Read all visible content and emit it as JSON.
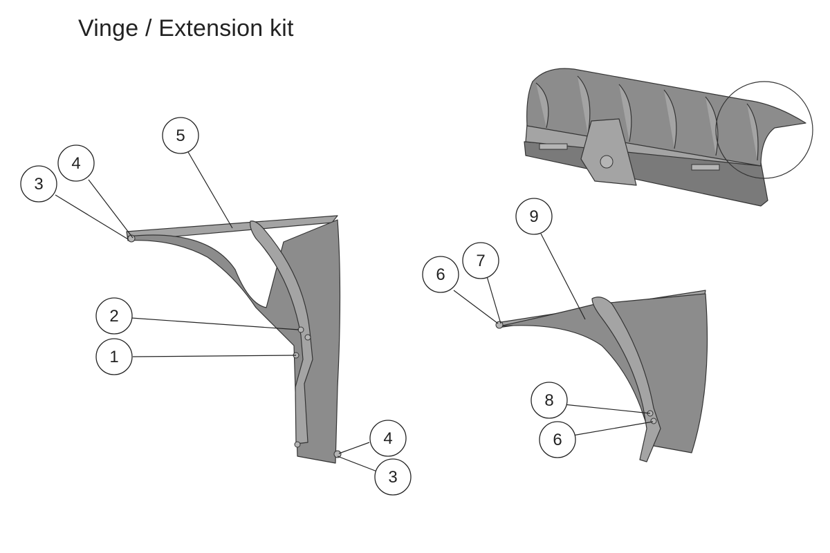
{
  "title": "Vinge / Extension kit",
  "callouts": {
    "c1": "1",
    "c2": "2",
    "c3a": "3",
    "c3b": "3",
    "c4a": "4",
    "c4b": "4",
    "c5": "5",
    "c6a": "6",
    "c6b": "6",
    "c7": "7",
    "c8": "8",
    "c9": "9"
  },
  "colors": {
    "part_fill": "#8c8c8c",
    "outline": "#333333",
    "text": "#222222"
  }
}
